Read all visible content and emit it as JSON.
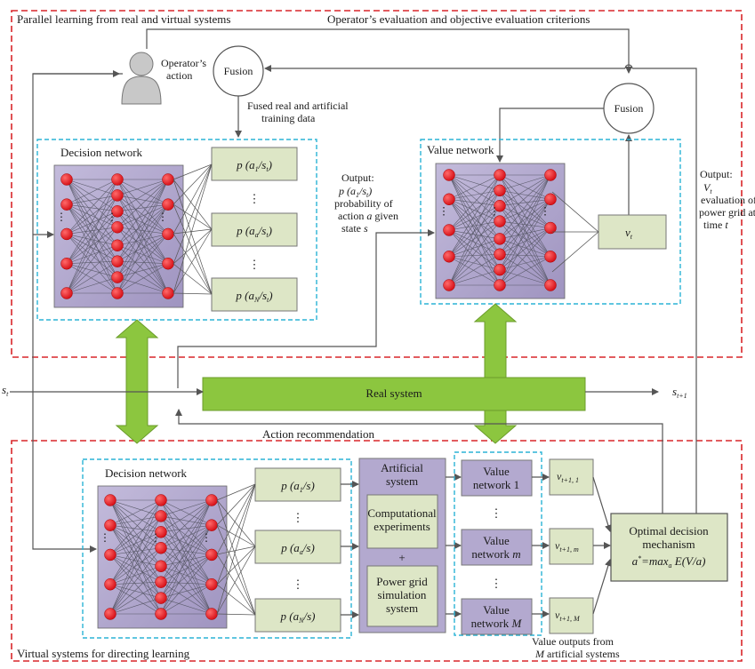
{
  "regions": {
    "top_title": "Parallel learning from real and virtual systems",
    "bottom_title": "Virtual systems for directing learning"
  },
  "labels": {
    "operator_eval": "Operator’s evaluation and objective evaluation criterions",
    "operator_action_1": "Operator’s",
    "operator_action_2": "action",
    "fusion_top": "Fusion",
    "fusion_right": "Fusion",
    "fused_data_1": "Fused real and artificial",
    "fused_data_2": "training data",
    "output_p_title": "Output:",
    "output_p_line2": "probability of",
    "output_p_line3_a": "action ",
    "output_p_line3_b": "a",
    "output_p_line3_c": " given",
    "output_p_line4_a": "state ",
    "output_p_line4_b": "s",
    "output_v_title": "Output:",
    "output_v_line2": "evaluation of",
    "output_v_line3": "power grid at",
    "output_v_line4_a": "time ",
    "output_v_line4_b": "t",
    "action_recommendation": "Action recommendation",
    "real_system": "Real system",
    "value_outputs_1": "Value outputs from",
    "value_outputs_2_b": " artificial systems",
    "value_outputs_2_a": "M"
  },
  "top": {
    "decision_network": "Decision network",
    "value_network": "Value network",
    "p1": {
      "pre": "p (a",
      "sub": "1",
      "post": "/s",
      "sub2": "t",
      "close": ")"
    },
    "pa": {
      "pre": "p (a",
      "sub": "a",
      "post": "/s",
      "sub2": "t",
      "close": ")"
    },
    "pN": {
      "pre": "p (a",
      "sub": "N",
      "post": "/s",
      "sub2": "t",
      "close": ")"
    },
    "vt": {
      "main": "v",
      "sub": "t"
    },
    "dots": "⋮"
  },
  "bottom": {
    "decision_network": "Decision network",
    "p1": {
      "pre": "p (a",
      "sub": "1",
      "post": "/s)"
    },
    "pa": {
      "pre": "p (a",
      "sub": "a",
      "post": "/s)"
    },
    "pN": {
      "pre": "p (a",
      "sub": "N",
      "post": "/s)"
    },
    "artificial_1": "Artificial",
    "artificial_2": "system",
    "comp_1": "Computational",
    "comp_2": "experiments",
    "plus": "+",
    "pg_1": "Power grid",
    "pg_2": "simulation",
    "pg_3": "system",
    "vn1_1": "Value",
    "vn1_2": "network 1",
    "vnm_1": "Value",
    "vnm_2": "network ",
    "vnm_2b": "m",
    "vnM_1": "Value",
    "vnM_2": "network ",
    "vnM_2b": "M",
    "v1": {
      "main": "v",
      "sub": "t+1, 1"
    },
    "vm": {
      "main": "v",
      "sub": "t+1, m"
    },
    "vM": {
      "main": "v",
      "sub": "t+1, M"
    },
    "odm_1": "Optimal decision",
    "odm_2": "mechanism",
    "odm_formula_a": "a",
    "odm_formula_star": "*",
    "odm_formula_b": "=max",
    "odm_formula_sub": "a",
    "odm_formula_c": " E(V/a)"
  },
  "states": {
    "st": {
      "main": "s",
      "sub": "t"
    },
    "st1": {
      "main": "s",
      "sub": "t+1"
    }
  },
  "output_p_formula": {
    "pre": "p (a",
    "sub": "1",
    "post": "/s",
    "sub2": "t",
    "close": ")"
  },
  "output_v_formula": {
    "main": "V",
    "sub": "t"
  },
  "colors": {
    "red_dash": "#d9262a",
    "cyan_dash": "#2bb4d6",
    "green": "#8cc63f",
    "green_box": "#dde6c6",
    "purple": "#b3a9cf",
    "node_red": "#e8141c"
  }
}
